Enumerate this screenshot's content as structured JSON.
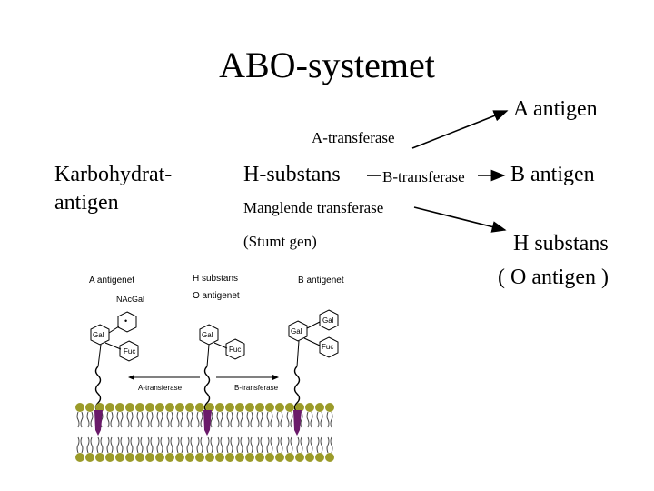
{
  "title": "ABO-systemet",
  "left_label": {
    "line1": "Karbohydrat-",
    "line2": "antigen"
  },
  "center": {
    "h_substans": "H-substans",
    "a_transferase": "A-transferase",
    "b_transferase": "B-transferase",
    "missing_transferase": "Manglende transferase",
    "silent_gene": "(Stumt gen)"
  },
  "products": {
    "a_antigen": "A antigen",
    "b_antigen": "B antigen",
    "h_line1": "H substans",
    "h_line2": "( O antigen )"
  },
  "figure": {
    "a_antigenet": "A antigenet",
    "h_substans_line1": "H substans",
    "h_substans_line2": "O antigenet",
    "b_antigenet": "B antigenet",
    "nacgal": "NAcGal",
    "gal": "Gal",
    "fuc": "Fuc",
    "a_transferase": "A-transferase",
    "b_transferase": "B-transferase",
    "colors": {
      "lipid_head": "#9b9b2a",
      "membrane_tail": "#444444",
      "anchor": "#6a1a6a",
      "arrow": "#000000"
    }
  }
}
